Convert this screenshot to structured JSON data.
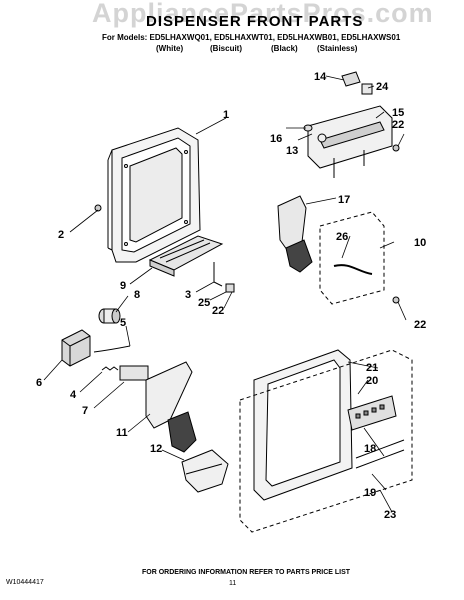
{
  "watermark": "AppliancePartsPros.com",
  "header": {
    "title": "DISPENSER FRONT PARTS",
    "models_line": "For Models: ED5LHAXWQ01, ED5LHAXWT01, ED5LHAXWB01, ED5LHAXWS01",
    "colors": [
      "(White)",
      "(Biscuit)",
      "(Black)",
      "(Stainless)"
    ]
  },
  "callouts": [
    "1",
    "2",
    "3",
    "4",
    "5",
    "6",
    "7",
    "8",
    "9",
    "10",
    "11",
    "12",
    "13",
    "14",
    "15",
    "16",
    "17",
    "18",
    "19",
    "20",
    "21",
    "22",
    "22",
    "22",
    "22",
    "23",
    "24",
    "25",
    "26"
  ],
  "footer": {
    "ordering_note": "FOR ORDERING INFORMATION REFER TO PARTS PRICE LIST",
    "doc_number": "W10444417",
    "page_number": "11"
  }
}
